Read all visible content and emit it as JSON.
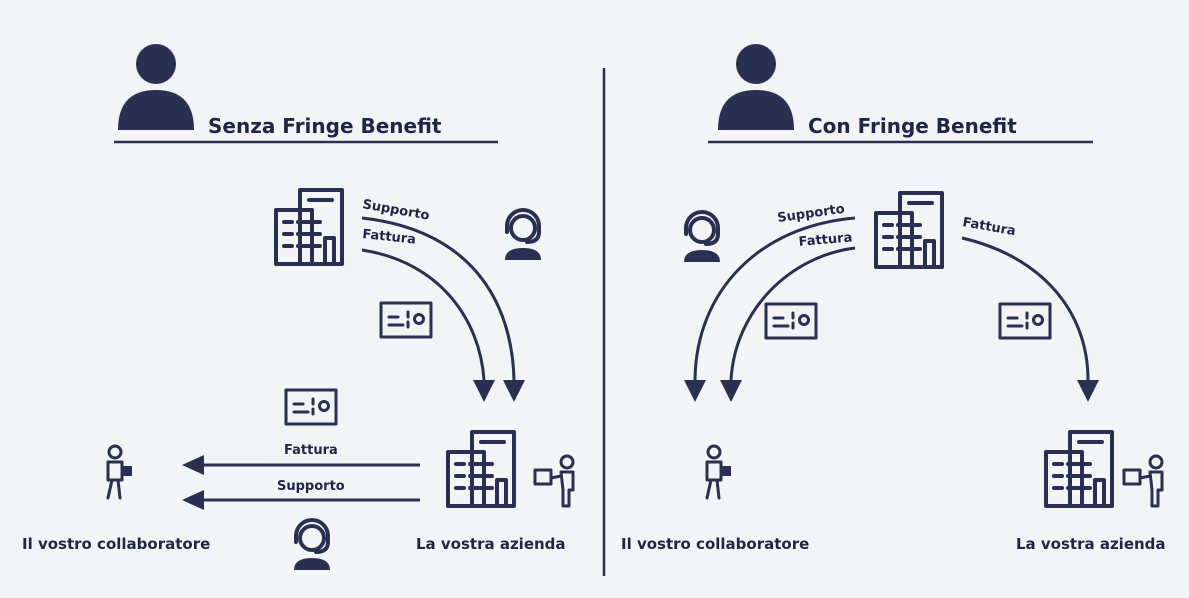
{
  "left_panel": {
    "heading": "Senza Fringe Benefit",
    "arc_label_supporto": "Supporto",
    "arc_label_fattura": "Fattura",
    "arrow_label_fattura": "Fattura",
    "arrow_label_supporto": "Supporto",
    "employee_label": "Il vostro collaboratore",
    "company_label": "La vostra azienda"
  },
  "right_panel": {
    "heading": "Con Fringe Benefit",
    "arc_label_supporto": "Supporto",
    "arc_label_fattura": "Fattura",
    "arc_label_fattura_right": "Fattura",
    "employee_label": "Il vostro collaboratore",
    "company_label": "La vostra azienda"
  },
  "colors": {
    "ink": "#2a3052",
    "text": "#1f2547",
    "background": "#f3f4f6"
  },
  "icons": [
    "person-icon",
    "building-icon",
    "headset-icon",
    "card-icon",
    "employee-icon",
    "presenter-icon"
  ]
}
